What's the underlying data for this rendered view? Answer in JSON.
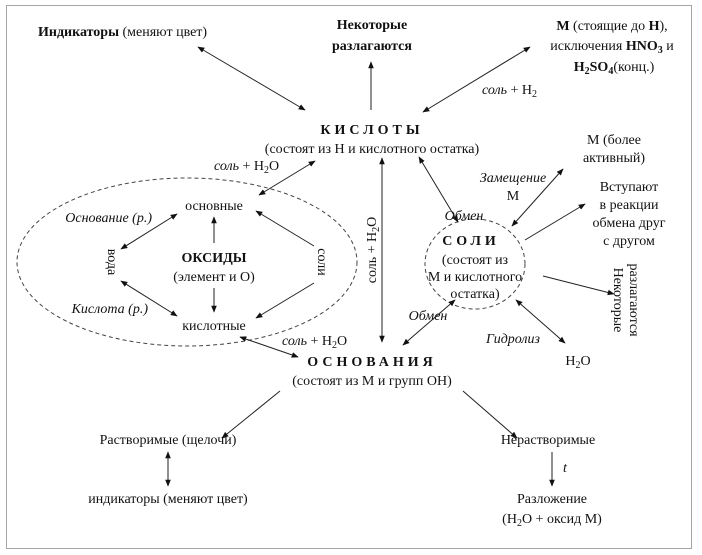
{
  "diagram": {
    "acids": {
      "title": "КИСЛОТЫ",
      "subtitle": "(состоят из Н и кислотного остатка)",
      "indicators_bold": "Индикаторы",
      "indicators_rest": " (меняют цвет)",
      "decompose_line1": "Некоторые",
      "decompose_line2": "разлагаются",
      "metals_line1_bold": "М",
      "metals_line1_rest": " (стоящие до ",
      "metals_line1_h": "Н",
      "metals_line1_end": "),",
      "metals_line2_rest": "исключения ",
      "metals_line2_bold": "HNO",
      "metals_line2_sub": "3",
      "metals_line2_end": " и",
      "metals_line3_bold": "H",
      "metals_line3_sub1": "2",
      "metals_line3_bold2": "SO",
      "metals_line3_sub2": "4",
      "metals_line3_end": "(конц.)",
      "salt_h2_italic": "соль",
      "salt_h2_rest": " + H",
      "salt_h2_sub": "2"
    },
    "oxides": {
      "title": "ОКСИДЫ",
      "subtitle": "(элемент и О)",
      "basic": "основные",
      "acidic": "кислотные",
      "water": "вода",
      "salts": "соли",
      "base_label": "Основание (р.)",
      "acid_label": "Кислота (р.)",
      "salt_water_top_italic": "соль",
      "salt_water_top_rest": " + H",
      "salt_water_top_sub": "2",
      "salt_water_top_end": "O",
      "salt_water_bottom_italic": "соль",
      "salt_water_bottom_rest": " + H",
      "salt_water_bottom_sub": "2",
      "salt_water_bottom_end": "O"
    },
    "salts": {
      "title": "СОЛИ",
      "line1": "(состоят из",
      "line2": "М и кислотного",
      "line3": "остатка)",
      "active_metal_line1": "М (более",
      "active_metal_line2": "активный)",
      "substitution_line1": "Замещение",
      "substitution_line2": "М",
      "exchange_line1": "Вступают",
      "exchange_line2": "в реакции",
      "exchange_line3": "обмена друг",
      "exchange_line4": "с другом",
      "decompose_line1": "Некоторые",
      "decompose_line2": "разлагаются",
      "exchange_top": "Обмен",
      "exchange_bottom": "Обмен",
      "hydrolysis": "Гидролиз",
      "water_h": "H",
      "water_sub": "2",
      "water_o": "O"
    },
    "center_vertical": {
      "text": "соль + H",
      "sub": "2",
      "end": "O"
    },
    "bases": {
      "title": "ОСНОВАНИЯ",
      "subtitle": "(состоят из М и групп ОН)",
      "soluble": "Растворимые (щелочи)",
      "insoluble": "Нерастворимые",
      "indicators": "индикаторы (меняют цвет)",
      "heat": "t",
      "decomposition": "Разложение",
      "products_open": "(H",
      "products_sub": "2",
      "products_rest": "O + оксид М)"
    }
  }
}
